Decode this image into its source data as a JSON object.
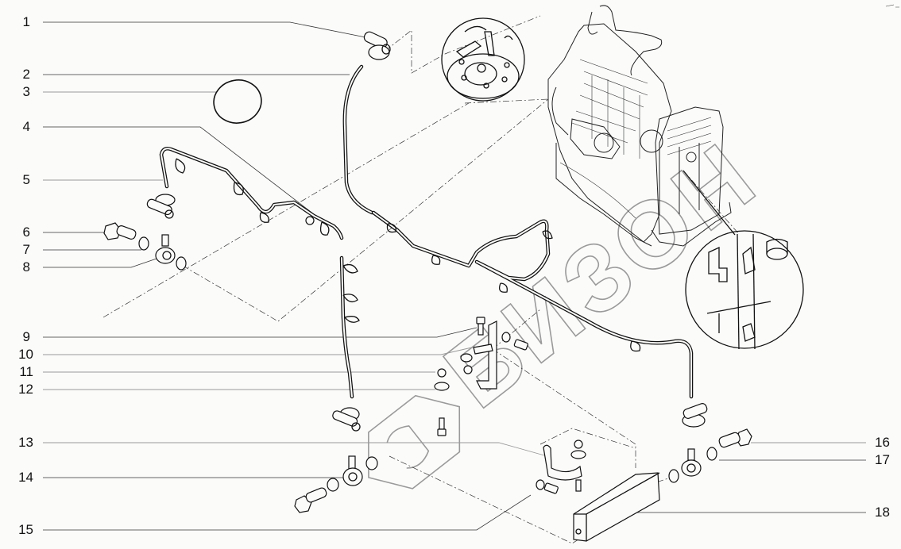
{
  "diagram": {
    "type": "exploded-parts-diagram",
    "subject": "Engine fuel line / hose assembly",
    "watermark_text": "БИЗОН",
    "callouts_left": [
      {
        "number": "1"
      },
      {
        "number": "2"
      },
      {
        "number": "3"
      },
      {
        "number": "4"
      },
      {
        "number": "5"
      },
      {
        "number": "6"
      },
      {
        "number": "7"
      },
      {
        "number": "8"
      },
      {
        "number": "9"
      },
      {
        "number": "10"
      },
      {
        "number": "11"
      },
      {
        "number": "12"
      },
      {
        "number": "13"
      },
      {
        "number": "14"
      },
      {
        "number": "15"
      }
    ],
    "callouts_right": [
      {
        "number": "16"
      },
      {
        "number": "17"
      },
      {
        "number": "18"
      }
    ]
  }
}
